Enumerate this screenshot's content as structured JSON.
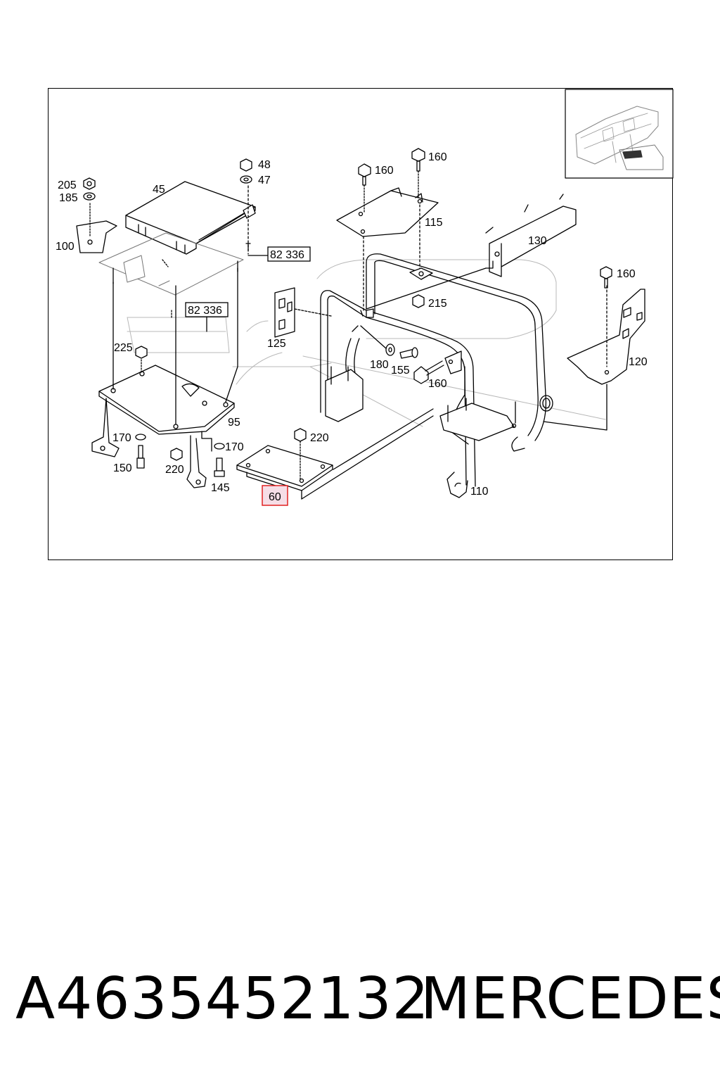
{
  "diagram": {
    "callouts": {
      "c205": "205",
      "c185": "185",
      "c100": "100",
      "c45": "45",
      "c48": "48",
      "c47": "47",
      "c160a": "160",
      "c160b": "160",
      "c115": "115",
      "c130": "130",
      "c160c": "160",
      "c215": "215",
      "c125": "125",
      "c225": "225",
      "c180": "180",
      "c155": "155",
      "c160d": "160",
      "c120": "120",
      "c95": "95",
      "c220a": "220",
      "c170a": "170",
      "c170b": "170",
      "c150": "150",
      "c220b": "220",
      "c145": "145",
      "c110": "110"
    },
    "boxed_refs": {
      "ref_a": "82 336",
      "ref_b": "82 336"
    },
    "highlighted_callout": "60",
    "highlight_color": "#e02020",
    "highlight_fill": "#f6dde6"
  },
  "footer": {
    "part_number": "A4635452132",
    "brand": "MERCEDES"
  }
}
